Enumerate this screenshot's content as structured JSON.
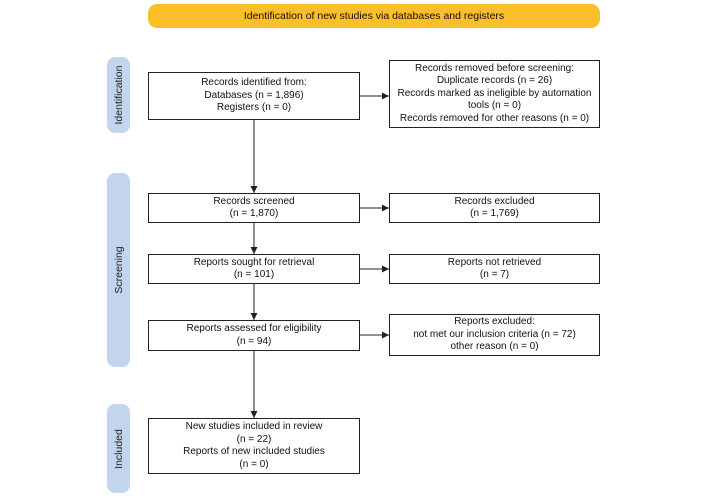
{
  "header": "Identification of new studies via databases and registers",
  "phases": {
    "identification": "Identification",
    "screening": "Screening",
    "included": "Included"
  },
  "boxes": {
    "identified": [
      "Records identified from:",
      "Databases (n = 1,896)",
      "Registers (n = 0)"
    ],
    "removed": [
      "Records removed before screening:",
      "Duplicate records (n = 26)",
      "Records marked as ineligible by automation",
      "tools (n = 0)",
      "Records removed for other reasons (n = 0)"
    ],
    "screened": [
      "Records screened",
      "(n = 1,870)"
    ],
    "excluded": [
      "Records excluded",
      "(n = 1,769)"
    ],
    "sought": [
      "Reports sought for retrieval",
      "(n = 101)"
    ],
    "not_retrieved": [
      "Reports not retrieved",
      "(n = 7)"
    ],
    "assessed": [
      "Reports assessed for eligibility",
      "(n = 94)"
    ],
    "reports_excluded": [
      "Reports excluded:",
      "not met our inclusion criteria (n = 72)",
      "other reason (n = 0)"
    ],
    "included": [
      "New studies included in review",
      "(n = 22)",
      "Reports of new included studies",
      "(n = 0)"
    ]
  },
  "colors": {
    "header": "#fbbf2a",
    "phase": "#c3d4ee",
    "border": "#222222"
  }
}
